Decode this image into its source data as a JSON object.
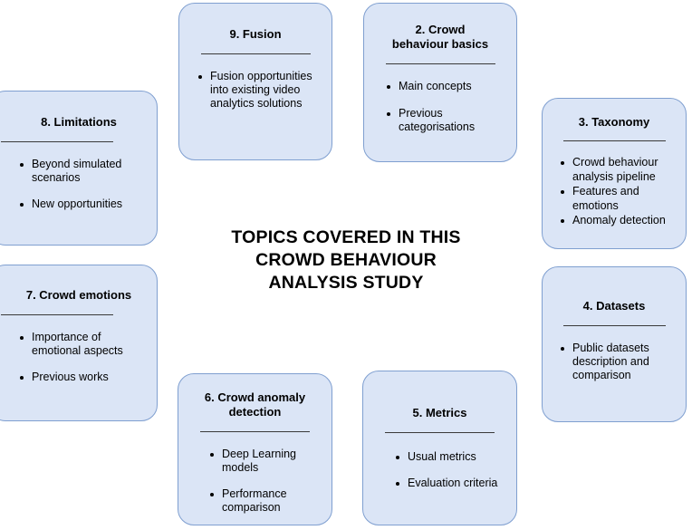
{
  "center": {
    "title_lines": [
      "TOPICS COVERED IN THIS",
      "CROWD BEHAVIOUR",
      "ANALYSIS STUDY"
    ]
  },
  "style": {
    "box_fill": "#dbe5f6",
    "box_border": "#7f9fd0",
    "rule_color": "#3a3a3a",
    "text_color": "#000000",
    "canvas_background": "#ffffff"
  },
  "topics": [
    {
      "id": "fusion",
      "title": "9. Fusion",
      "bullets": [
        "Fusion opportunities into existing video analytics solutions"
      ]
    },
    {
      "id": "basics",
      "title": "2. Crowd behaviour basics",
      "bullets": [
        "Main concepts",
        "Previous categorisations"
      ]
    },
    {
      "id": "taxonomy",
      "title": "3. Taxonomy",
      "bullets": [
        "Crowd behaviour analysis pipeline",
        "Features and emotions",
        "Anomaly detection"
      ]
    },
    {
      "id": "datasets",
      "title": "4. Datasets",
      "bullets": [
        "Public datasets description and comparison"
      ]
    },
    {
      "id": "metrics",
      "title": "5. Metrics",
      "bullets": [
        "Usual metrics",
        "Evaluation criteria"
      ]
    },
    {
      "id": "anomaly",
      "title": "6. Crowd anomaly detection",
      "bullets": [
        "Deep Learning models",
        "Performance comparison"
      ]
    },
    {
      "id": "emotions",
      "title": "7. Crowd emotions",
      "bullets": [
        "Importance of emotional aspects",
        "Previous works"
      ]
    },
    {
      "id": "limitations",
      "title": "8. Limitations",
      "bullets": [
        "Beyond simulated scenarios",
        "New opportunities"
      ]
    }
  ]
}
